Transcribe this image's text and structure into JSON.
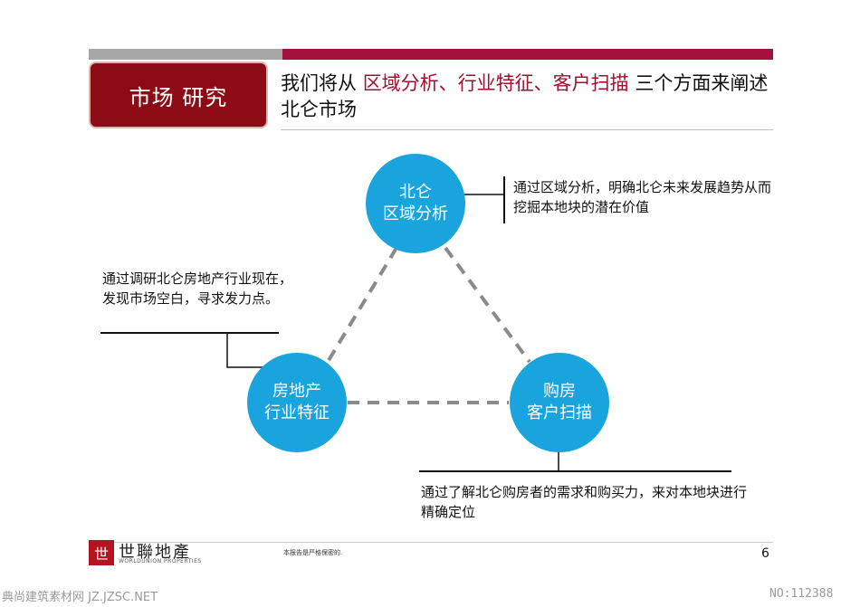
{
  "header": {
    "section_label": "市场 研究",
    "title_prefix": "我们将从 ",
    "title_highlight": "区域分析、行业特征、客户扫描",
    "title_suffix": " 三个方面来阐述北仑市场",
    "colors": {
      "accent": "#a3123f",
      "section_box": "#8c0b14",
      "node": "#1aa4de"
    }
  },
  "diagram": {
    "nodes": [
      {
        "id": "region",
        "line1": "北仑",
        "line2": "区域分析"
      },
      {
        "id": "industry",
        "line1": "房地产",
        "line2": "行业特征"
      },
      {
        "id": "customer",
        "line1": "购房",
        "line2": "客户扫描"
      }
    ],
    "notes": {
      "region": "通过区域分析，明确北仑未来发展趋势从而挖掘本地块的潜在价值",
      "industry": "通过调研北仑房地产行业现在，发现市场空白，寻求发力点。",
      "customer": "通过了解北仑购房者的需求和购买力，来对本地块进行精确定位"
    }
  },
  "footer": {
    "logo_icon": "世",
    "logo_cn": "世聯地產",
    "logo_en": "WORLDUNION PROPERTIES",
    "confidential": "本报告是严格保密的.",
    "page_number": "6"
  },
  "watermark": {
    "left": "典尚建筑素材网 JZ.JZSC.NET",
    "right": "NO:112388"
  }
}
